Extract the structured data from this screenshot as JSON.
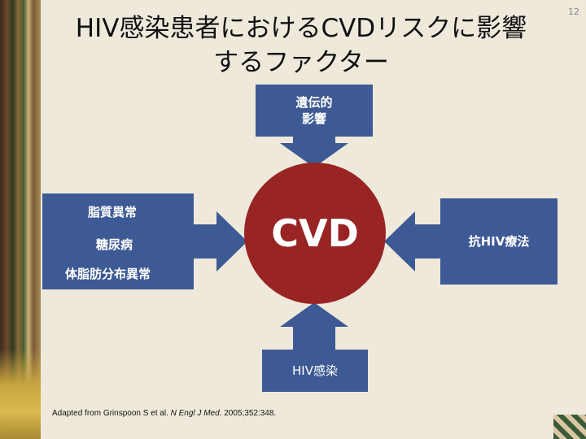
{
  "slide": {
    "page_number": "12",
    "title_line1": "HIV感染患者におけるCVDリスクに影響",
    "title_line2": "するファクター"
  },
  "diagram": {
    "center_label": "CVD",
    "top_box": {
      "line1": "遺伝的",
      "line2": "影響"
    },
    "bottom_box": "HIV感染",
    "right_box": "抗HIV療法",
    "left_box": [
      "脂質異常",
      "糖尿病",
      "体脂肪分布異常"
    ]
  },
  "citation": {
    "prefix": "Adapted from Grinspoon S et al.",
    "journal": "N Engl J Med.",
    "suffix": "2005;352:348."
  },
  "colors": {
    "box_fill": "#3e5a94",
    "circle_fill": "#982424",
    "background": "#efe9dc"
  }
}
